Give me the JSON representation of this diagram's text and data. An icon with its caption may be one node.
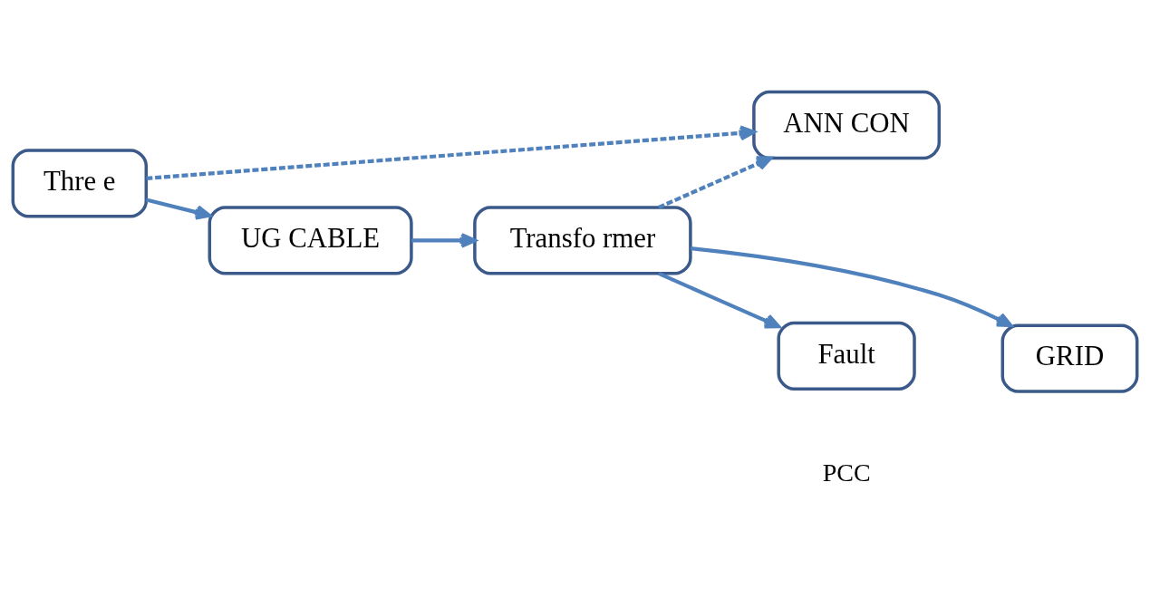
{
  "diagram": {
    "nodes": [
      {
        "text": [
          "ANN CON"
        ]
      },
      {
        "text": [
          "Thre e"
        ]
      },
      {
        "text": [
          "UG CABLE"
        ]
      },
      {
        "text": [
          "Transfo rmer"
        ]
      },
      {
        "text": [
          "GRID"
        ]
      },
      {
        "text": [
          "Fault"
        ]
      }
    ],
    "edges": [
      {
        "from": 1,
        "to": 0,
        "arrow": "to",
        "style": "dashed"
      },
      {
        "from": 3,
        "to": 0,
        "arrow": "to",
        "style": "dashed"
      },
      {
        "from": 1,
        "to": 2,
        "arrow": "to"
      },
      {
        "from": 2,
        "to": 3,
        "arrow": "to"
      },
      {
        "from": 3,
        "to": 4,
        "arrow": "to"
      },
      {
        "from": 3,
        "to": 5,
        "arrow": "to"
      }
    ],
    "labels": [
      "PCC"
    ]
  }
}
